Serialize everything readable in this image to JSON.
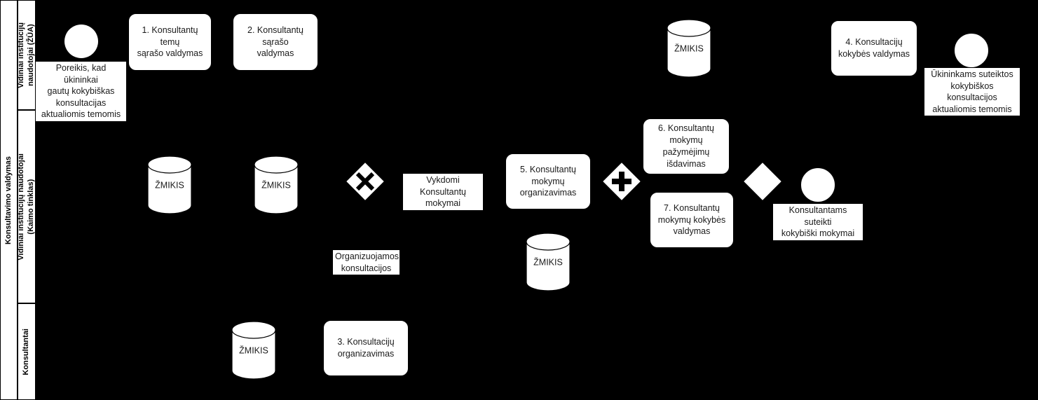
{
  "diagram": {
    "title": "Konsultavimo valdymas",
    "type": "bpmn-swimlane-process",
    "background_color": "#000000",
    "shape_fill": "#ffffff",
    "text_color": "#1a1a1a"
  },
  "pool": {
    "label": "Konsultavimo valdymas"
  },
  "lanes": [
    {
      "id": "lane-zua",
      "label": "Vidiniai institucijų\nnaudotojai (ŽŪA)"
    },
    {
      "id": "lane-kt",
      "label": "Vidiniai institucijų naudotojai\n(Kaimo tinklas)"
    },
    {
      "id": "lane-konsult",
      "label": "Konsultantai"
    }
  ],
  "lane1": {
    "start_event_name": "start-event",
    "start_event_label": "Poreikis, kad ūkininkai\ngautų kokybiškas\nkonsultacijas\naktualiomis temomis",
    "task1": "1. Konsultantų temų\nsąrašo valdymas",
    "task2": "2. Konsultantų sąrašo\nvaldymas",
    "datastore": "ŽMIKIS",
    "task4": "4. Konsultacijų\nkokybės valdymas",
    "end_event_name": "end-event",
    "end_event_label": "Ūkininkams suteiktos\nkokybiškos konsultacijos\naktualiomis temomis"
  },
  "lane2": {
    "datastore_a": "ŽMIKIS",
    "datastore_b": "ŽMIKIS",
    "datastore_c": "ŽMIKIS",
    "gateway_x": "exclusive-gateway",
    "gateway_plus": "parallel-gateway",
    "gateway_plain": "inclusive-gateway",
    "label_vykdomi": "Vykdomi Konsultantų\nmokymai",
    "label_organizuojamos": "Organizuojamos\nkonsultacijos",
    "task5": "5. Konsultantų\nmokymų\norganizavimas",
    "task6": "6. Konsultantų\nmokymų pažymėjimų\nišdavimas",
    "task7": "7. Konsultantų\nmokymų kokybės\nvaldymas",
    "end_event_label": "Konsultantams suteikti\nkokybiški mokymai"
  },
  "lane3": {
    "datastore": "ŽMIKIS",
    "task3": "3. Konsultacijų\norganizavimas"
  }
}
